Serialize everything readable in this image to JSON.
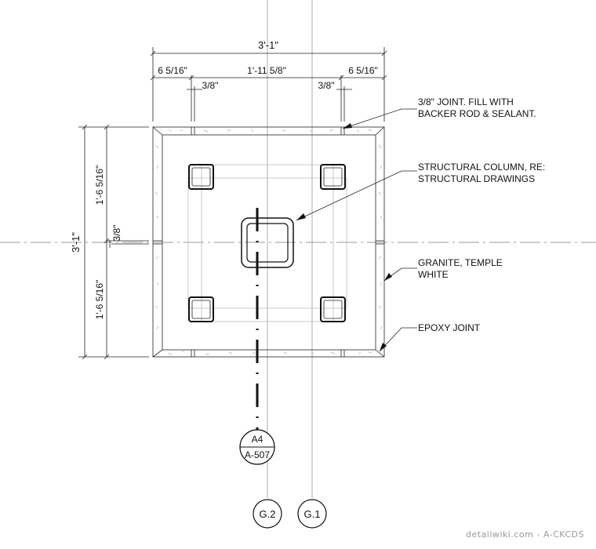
{
  "dimensions": {
    "overall_width": "3'-1\"",
    "left_offset": "6 5/16\"",
    "center_width": "1'-11 5/8\"",
    "right_offset": "6 5/16\"",
    "left_joint": "3/8\"",
    "right_joint": "3/8\"",
    "overall_height": "3'-1\"",
    "upper_half": "1'-6 5/16\"",
    "lower_half": "1'-6 5/16\"",
    "middle_joint": "3/8\""
  },
  "notes": {
    "joint_line1": "3/8\" JOINT. FILL WITH",
    "joint_line2": "BACKER ROD & SEALANT.",
    "column_line1": "STRUCTURAL COLUMN, RE:",
    "column_line2": "STRUCTURAL DRAWINGS",
    "granite_line1": "GRANITE, TEMPLE",
    "granite_line2": "WHITE",
    "epoxy": "EPOXY JOINT"
  },
  "section_marker": {
    "detail": "A4",
    "sheet": "A-507"
  },
  "grid_bubbles": {
    "left": "G.2",
    "right": "G.1"
  },
  "credit": "detailwiki.com - A-CKCDS"
}
